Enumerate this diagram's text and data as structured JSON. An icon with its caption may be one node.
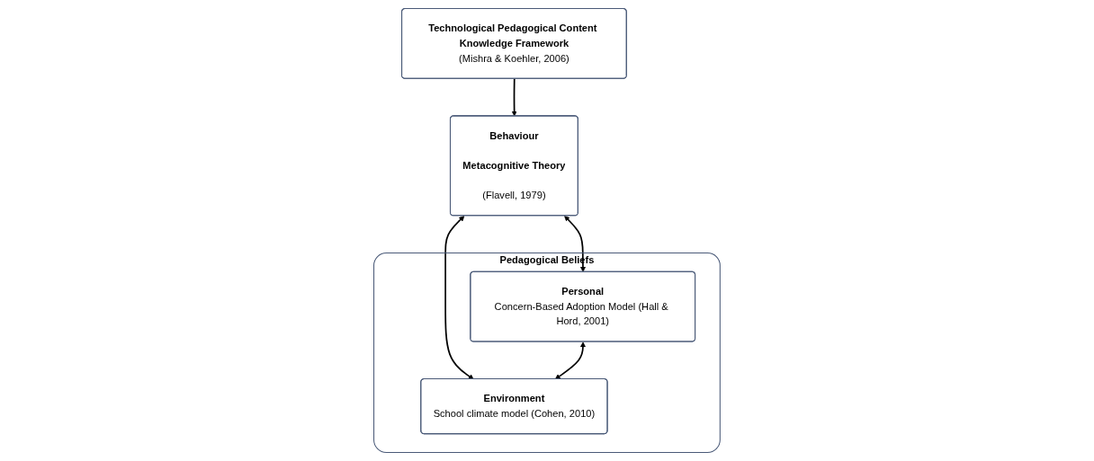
{
  "diagram": {
    "nodes": [
      {
        "text": [
          "Behaviour",
          "Metacognitive Theory",
          "(Flavell, 1979)"
        ]
      },
      {
        "text": [
          "Technological Pedagogical Content Knowledge Framework",
          "(Mishra & Koehler, 2006)"
        ]
      },
      {
        "text": [
          "Pedagogical Beliefs"
        ]
      },
      {
        "text": [
          "Personal",
          "Concern-Based Adoption Model (Hall & Hord, 2001)"
        ],
        "in": 2
      },
      {
        "text": [
          "Environment",
          "School climate model (Cohen, 2010)"
        ],
        "in": 2
      }
    ],
    "edges": [
      {
        "from": 1,
        "to": 0,
        "arrow": "to"
      },
      {
        "from": 0,
        "to": 3,
        "arrow": "both"
      },
      {
        "from": 0,
        "to": 4,
        "arrow": "both"
      },
      {
        "from": 3,
        "to": 4,
        "arrow": "both"
      }
    ]
  }
}
